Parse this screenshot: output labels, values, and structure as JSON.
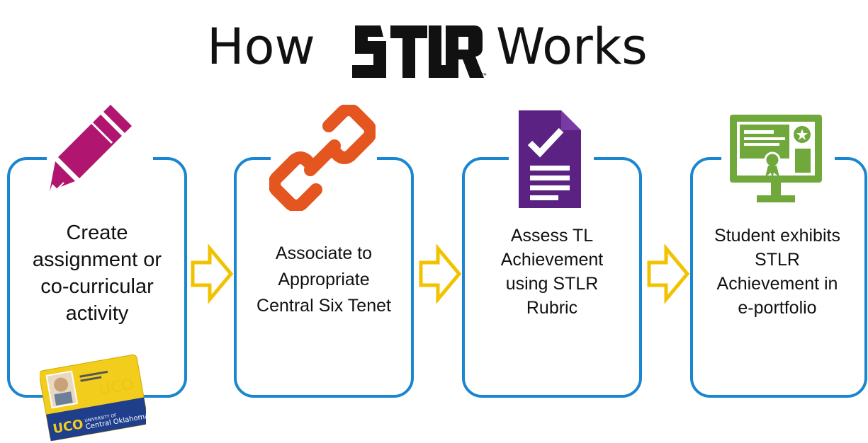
{
  "title": {
    "prefix": "How",
    "brand": "STLR",
    "suffix": "Works",
    "trademark": "™"
  },
  "colors": {
    "box_border": "#1a86d0",
    "arrow": "#f2c200",
    "pencil": "#b0166f",
    "chain": "#e4551f",
    "document": "#5b2283",
    "monitor": "#70a83b"
  },
  "steps": [
    {
      "icon": "pencil-icon",
      "lines": [
        "Create",
        "assignment or",
        "co-curricular",
        "activity"
      ]
    },
    {
      "icon": "chain-link-icon",
      "lines": [
        "Associate to",
        "Appropriate",
        "Central Six Tenet"
      ]
    },
    {
      "icon": "document-check-icon",
      "lines": [
        "Assess  TL",
        "Achievement",
        "using STLR",
        "Rubric"
      ]
    },
    {
      "icon": "monitor-certificate-icon",
      "lines": [
        "Student exhibits",
        "STLR",
        "Achievement in",
        "e-portfolio"
      ]
    }
  ],
  "id_card": {
    "university_line1": "UNIVERSITY OF",
    "university_line2": "Central Oklahoma",
    "monogram": "UCO"
  }
}
